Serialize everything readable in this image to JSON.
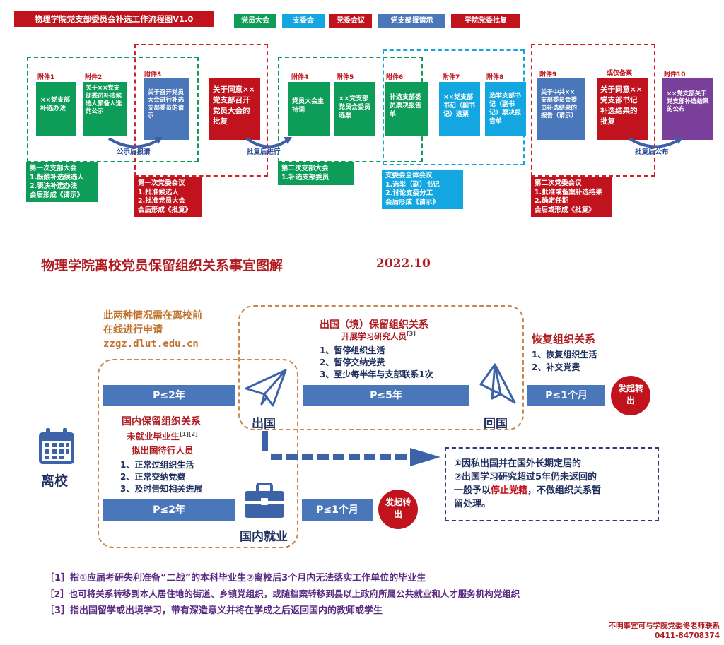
{
  "flow": {
    "title": "物理学院党支部委员会补选工作流程图V1.0",
    "legend": [
      "党员大会",
      "支委会",
      "党委会议",
      "党支部报请示",
      "学院党委批复"
    ],
    "annex": [
      "附件1",
      "附件2",
      "附件3",
      "附件4",
      "附件5",
      "附件6",
      "附件7",
      "附件8",
      "附件9",
      "附件10"
    ],
    "or_record": "或仅备案",
    "boxes": {
      "b1": "××党支部补选办法",
      "b2": "关于××党支部委员补选候选人预备人选的公示",
      "b3": "关于召开党员大会进行补选支部委员的请示",
      "b4": "关于同意××党支部召开党员大会的批复",
      "b5": "党员大会主持词",
      "b6": "××党支部党员会委员选票",
      "b7": "补选支部委员票决报告单",
      "b8": "××党支部书记（副书记）选票",
      "b9": "选举支部书记（副书记）票决报告单",
      "b10": "关于中共××支部委员会委员补选结果的报告（请示）",
      "b11": "关于同意××党支部书记补选结果的批复",
      "b12": "××党支部关于党支部补选结果的公布"
    },
    "arrows": [
      "公示后报请",
      "批复后进行",
      "批复后公布"
    ],
    "summaries": {
      "s1": [
        "第一次支部大会",
        "1.酝酿补选候选人",
        "2.表决补选办法",
        "会后形成《请示》"
      ],
      "s2": [
        "第一次党委会议",
        "1.批准候选人",
        "2.批准党员大会",
        "会后形成《批复》"
      ],
      "s3": [
        "第二次支部大会",
        "1.补选支部委员"
      ],
      "s4": [
        "支委会全体会议",
        "1.选举（副）书记",
        "2.讨论支委分工",
        "会后形成《请示》"
      ],
      "s5": [
        "第二次党委会议",
        "1.批准或备案补选结果",
        "2.确定任期",
        "会后或形成《批复》"
      ]
    },
    "colors": {
      "green": "#0e9d58",
      "blue": "#4a77b9",
      "red": "#c0131d",
      "cyan": "#14a6e0",
      "purple": "#7a3f9a"
    }
  },
  "guide": {
    "title": "物理学院离校党员保留组织关系事宜图解",
    "date": "2022.10",
    "online_note": [
      "此两种情况需在离校前",
      "在线进行申请"
    ],
    "url": "zzgz.dlut.edu.cn",
    "abroad_title": "出国（境）保留组织关系",
    "abroad_sub": "开展学习研究人员",
    "abroad_ref": "[3]",
    "abroad_items": [
      "1、暂停组织生活",
      "2、暂停交纳党费",
      "3、至少每半年与支部联系1次"
    ],
    "restore_title": "恢复组织关系",
    "restore_items": [
      "1、恢复组织生活",
      "2、补交党费"
    ],
    "bars": {
      "p1": "P≤2年",
      "p2": "P≤5年",
      "p3": "P≤1个月",
      "p4": "P≤2年",
      "p5": "P≤1个月"
    },
    "launch": "发起转出",
    "leave_label": "离校",
    "abroad_label": "出国",
    "return_label": "回国",
    "domestic_job_label": "国内就业",
    "domestic_title": "国内保留组织关系",
    "domestic_sub1": "未就业毕业生",
    "domestic_ref": "[1][2]",
    "domestic_sub2": "拟出国待行人员",
    "domestic_items": [
      "1、正常过组织生活",
      "2、正常交纳党费",
      "3、及时告知相关进展"
    ],
    "stop_box": {
      "line1": "①因私出国并在国外长期定居的",
      "line2": "②出国学习研究超过5年仍未返回的",
      "line3_pre": "一般予以",
      "line3_em": "停止党籍",
      "line3_post": "，不做组织关系暂",
      "line4": "留处理。"
    },
    "footnotes": [
      "［1］指①应届考研失利准备“二战”的本科毕业生②离校后3个月内无法落实工作单位的毕业生",
      "［2］也可将关系转移到本人居住地的街道、乡镇党组织，或随档案转移到县以上政府所属公共就业和人才服务机构党组织",
      "［3］指出国留学或出境学习，带有深造意义并将在学成之后返回国内的教师或学生"
    ],
    "contact": [
      "不明事宜可与学院党委佟老师联系",
      "0411-84708374"
    ]
  }
}
